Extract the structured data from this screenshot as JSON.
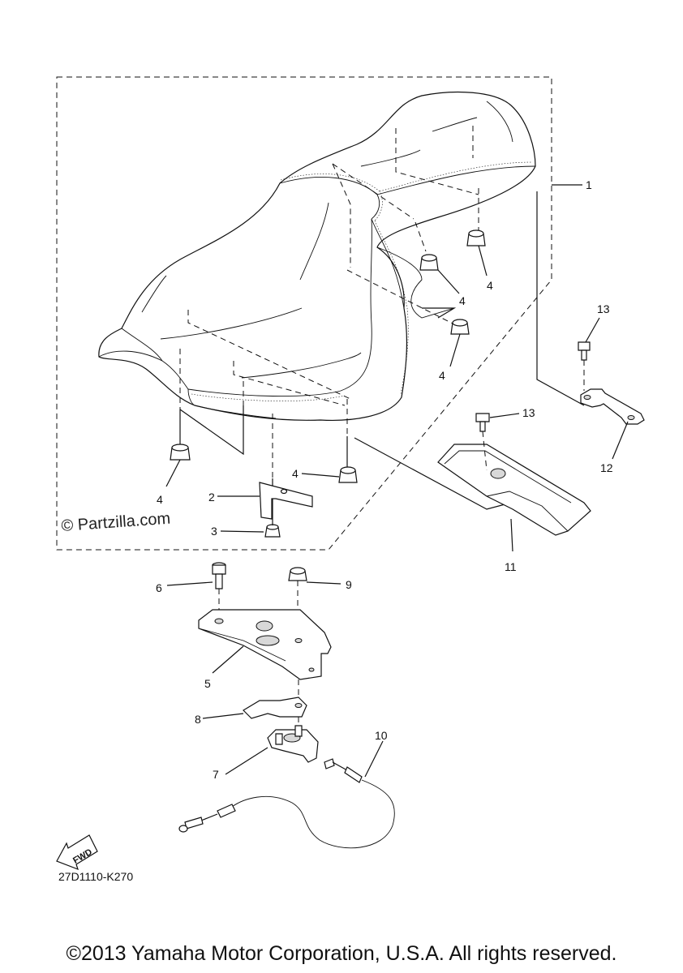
{
  "watermark": "© Partzilla.com",
  "diagram_code": "27D1110-K270",
  "fwd_label": "FWD",
  "copyright": "©2013 Yamaha Motor Corporation, U.S.A. All rights reserved.",
  "callouts": {
    "c1": "1",
    "c2": "2",
    "c3": "3",
    "c4a": "4",
    "c4b": "4",
    "c4c": "4",
    "c4d": "4",
    "c4e": "4",
    "c5": "5",
    "c6": "6",
    "c7": "7",
    "c8": "8",
    "c9": "9",
    "c10": "10",
    "c11": "11",
    "c12": "12",
    "c13a": "13",
    "c13b": "13"
  }
}
